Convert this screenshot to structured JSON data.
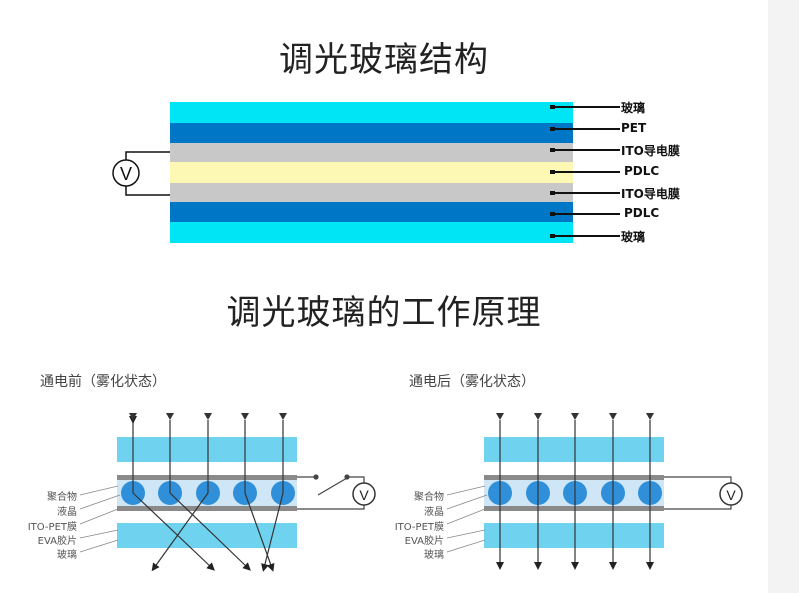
{
  "structure": {
    "title": "调光玻璃结构",
    "layers": [
      {
        "label": "玻璃",
        "color": "#00e5f5"
      },
      {
        "label": "PET",
        "color": "#0076c6"
      },
      {
        "label": "ITO导电膜",
        "color": "#c8c8c8"
      },
      {
        "label": "PDLC",
        "color": "#fdf8b4"
      },
      {
        "label": "ITO导电膜",
        "color": "#c8c8c8"
      },
      {
        "label": "PDLC",
        "color": "#0076c6"
      },
      {
        "label": "玻璃",
        "color": "#00e5f5"
      }
    ],
    "voltmeter_symbol": "V"
  },
  "principle": {
    "title": "调光玻璃的工作原理",
    "panels": [
      {
        "caption": "通电前（雾化状态）",
        "state": "off-scattering",
        "voltmeter_symbol": "V"
      },
      {
        "caption": "通电后（雾化状态）",
        "state": "on-transparent",
        "voltmeter_symbol": "V"
      }
    ],
    "side_labels": [
      "聚合物",
      "液晶",
      "ITO-PET膜",
      "EVA胶片",
      "玻璃"
    ]
  },
  "colors": {
    "glass": "#00e5f5",
    "pet": "#0076c6",
    "ito": "#c8c8c8",
    "pdlc": "#fdf8b4",
    "droplet": "#2f8fd8",
    "panel_glass": "#6fd3f0",
    "panel_polymer": "#cfe6f7"
  }
}
